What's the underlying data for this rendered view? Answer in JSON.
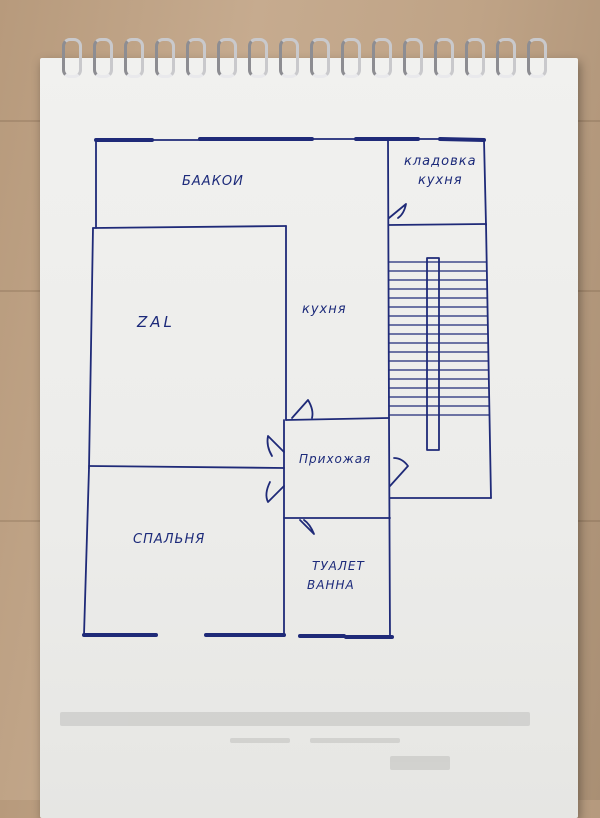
{
  "diagram": {
    "rooms": {
      "balcony": "БААКОИ",
      "pantry_line1": "кладовка",
      "pantry_line2": "кухня",
      "hall": "ZAL",
      "kitchen": "кухня",
      "corridor": "Прихожая",
      "bedroom": "СПАЛЬНЯ",
      "toilet_line1": "ТУАЛЕТ",
      "toilet_line2": "ВАННА"
    },
    "ink_color": "#1c2a7a"
  }
}
